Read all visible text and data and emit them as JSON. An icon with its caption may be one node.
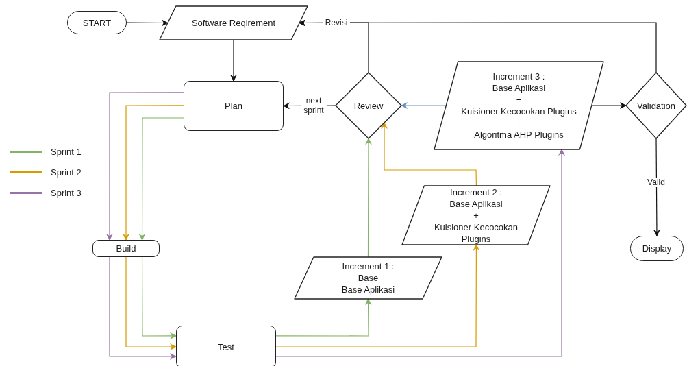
{
  "diagram": {
    "nodes": [
      {
        "text": [
          "START"
        ]
      },
      {
        "text": [
          "Software Reqirement"
        ]
      },
      {
        "text": [
          "Plan"
        ]
      },
      {
        "text": [
          "Review"
        ]
      },
      {
        "text": [
          "Increment 3 :",
          "Base Aplikasi",
          "+",
          "Kuisioner Kecocokan Plugins",
          "+",
          "Algoritma AHP Plugins"
        ]
      },
      {
        "text": [
          "Validation"
        ]
      },
      {
        "text": [
          "Build"
        ]
      },
      {
        "text": [
          "Increment 2 :",
          "Base Aplikasi",
          "+",
          "Kuisioner Kecocokan Plugins"
        ]
      },
      {
        "text": [
          "Increment 1 :",
          "Base",
          "Base Aplikasi"
        ]
      },
      {
        "text": [
          "Test"
        ]
      },
      {
        "text": [
          "Display"
        ]
      }
    ],
    "edges": [
      {
        "from": 0,
        "to": 1,
        "arrow": "to"
      },
      {
        "from": 1,
        "to": 2,
        "arrow": "to"
      },
      {
        "from": 3,
        "to": 2,
        "arrow": "to",
        "label": "next sprint"
      },
      {
        "from": 4,
        "to": 3,
        "arrow": "to",
        "color": "#6c8ebf"
      },
      {
        "from": 4,
        "to": 5,
        "arrow": "to"
      },
      {
        "from": 5,
        "to": 1,
        "arrow": "to",
        "label": "Revisi"
      },
      {
        "from": 3,
        "to": 1,
        "arrow": "to"
      },
      {
        "from": 5,
        "to": 10,
        "arrow": "to",
        "label": "Valid"
      },
      {
        "from": 2,
        "to": 6,
        "arrow": "to",
        "color": "#82b366"
      },
      {
        "from": 2,
        "to": 6,
        "arrow": "to",
        "color": "#d79b00"
      },
      {
        "from": 2,
        "to": 6,
        "arrow": "to",
        "color": "#9673a6"
      },
      {
        "from": 6,
        "to": 9,
        "arrow": "to",
        "color": "#82b366"
      },
      {
        "from": 6,
        "to": 9,
        "arrow": "to",
        "color": "#d79b00"
      },
      {
        "from": 6,
        "to": 9,
        "arrow": "to",
        "color": "#9673a6"
      },
      {
        "from": 9,
        "to": 8,
        "arrow": "to",
        "color": "#82b366"
      },
      {
        "from": 9,
        "to": 7,
        "arrow": "to",
        "color": "#d79b00"
      },
      {
        "from": 9,
        "to": 4,
        "arrow": "to",
        "color": "#9673a6"
      },
      {
        "from": 8,
        "to": 3,
        "arrow": "to",
        "color": "#82b366"
      },
      {
        "from": 7,
        "to": 3,
        "arrow": "to",
        "color": "#d79b00"
      }
    ],
    "legend": [
      {
        "text": "Sprint 1",
        "color": "#82b366"
      },
      {
        "text": "Sprint 2",
        "color": "#d79b00"
      },
      {
        "text": "Sprint 3",
        "color": "#9673a6"
      }
    ]
  }
}
